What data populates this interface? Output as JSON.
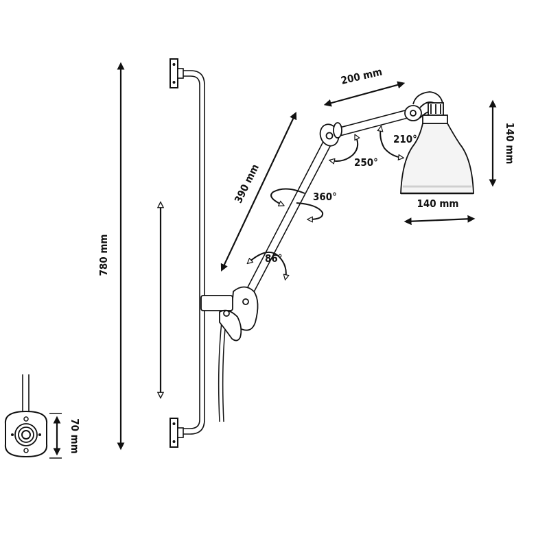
{
  "colors": {
    "ink": "#111111",
    "shade_inner": "#f4f4f4",
    "rim": "#cfcfcf",
    "background": "#ffffff"
  },
  "dimensions": {
    "total_height": "780 mm",
    "arm_upper": "390 mm",
    "arm_lower": "200 mm",
    "shade_height": "140 mm",
    "shade_width": "140 mm",
    "base_plate": "70 mm"
  },
  "angles": {
    "shoulder": "86°",
    "arm_rotation": "360°",
    "elbow": "250°",
    "shade_joint": "210°"
  },
  "icons": {
    "arrow_filled": "double-headed-arrow-icon",
    "arrow_outline": "outline-double-arrow-icon",
    "rotation": "curved-rotation-arrow-icon"
  }
}
